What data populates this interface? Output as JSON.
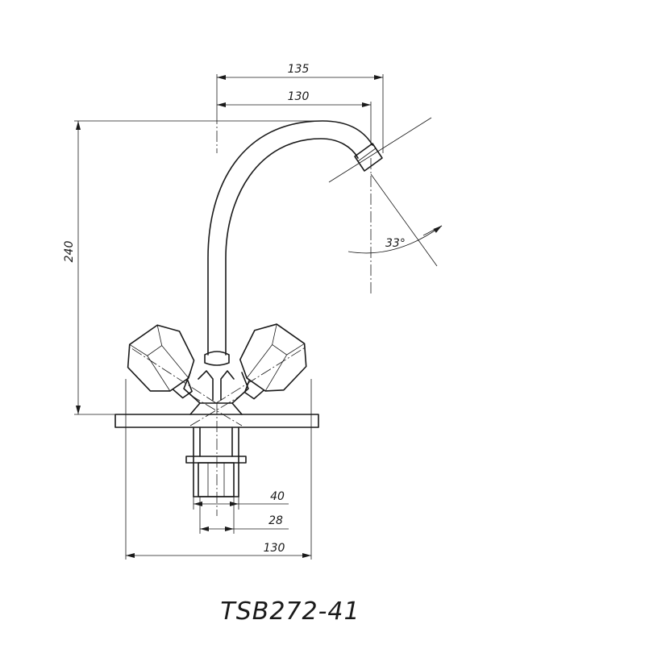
{
  "dimensions": {
    "reach_total": "135",
    "reach_center": "130",
    "height": "240",
    "spout_angle": "33°",
    "shank_outer": "40",
    "shank_inner": "28",
    "handle_span": "130"
  },
  "model": "TSB272-41",
  "colors": {
    "line": "#1a1a1a",
    "background": "#ffffff"
  }
}
